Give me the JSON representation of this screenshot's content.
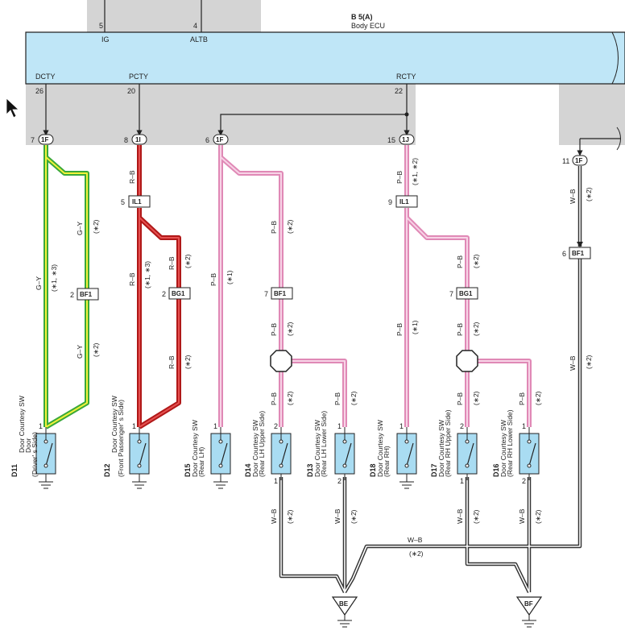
{
  "ecu": {
    "id": "B 5(A)",
    "name": "Body ECU",
    "top_pins": [
      {
        "num": "5",
        "name": "IG"
      },
      {
        "num": "4",
        "name": "ALTB"
      }
    ],
    "bottom_pins": [
      {
        "num": "26",
        "name": "DCTY"
      },
      {
        "num": "20",
        "name": "PCTY"
      },
      {
        "num": "22",
        "name": "RCTY"
      }
    ]
  },
  "junctions": [
    {
      "pin": "7",
      "code": "1F"
    },
    {
      "pin": "8",
      "code": "1I"
    },
    {
      "pin": "6",
      "code": "1F"
    },
    {
      "pin": "15",
      "code": "1J"
    },
    {
      "pin": "11",
      "code": "1F"
    }
  ],
  "connectors": [
    {
      "pin": "5",
      "code": "IL1"
    },
    {
      "pin": "9",
      "code": "IL1"
    },
    {
      "pin": "2",
      "code": "BF1"
    },
    {
      "pin": "2",
      "code": "BG1"
    },
    {
      "pin": "7",
      "code": "BF1"
    },
    {
      "pin": "7",
      "code": "BG1"
    },
    {
      "pin": "6",
      "code": "BF1"
    }
  ],
  "wire_labels": {
    "gy": "G–Y",
    "rb": "R–B",
    "pb": "P–B",
    "wb": "W–B",
    "n1": "(∗1)",
    "n2": "(∗2)",
    "n13": "(∗1, ∗3)",
    "n12": "(∗1, ∗2)"
  },
  "switches": [
    {
      "code": "D11",
      "line1": "Door Courtesy SW",
      "line2": "Door",
      "line3": "(Driver' s Side)",
      "pin_top": "1",
      "pin_bottom": ""
    },
    {
      "code": "D12",
      "line1": "Door Courtesy SW",
      "line2": "(Front Passenger' s Side)",
      "line3": "",
      "pin_top": "1",
      "pin_bottom": ""
    },
    {
      "code": "D15",
      "line1": "Door Courtesy SW",
      "line2": "(Rear LH)",
      "line3": "",
      "pin_top": "1",
      "pin_bottom": ""
    },
    {
      "code": "D14",
      "line1": "Door Courtesy SW",
      "line2": "(Rear LH Upper Side)",
      "line3": "",
      "pin_top": "2",
      "pin_bottom": "1"
    },
    {
      "code": "D13",
      "line1": "Door Courtesy SW",
      "line2": "(Rear LH Lower Side)",
      "line3": "",
      "pin_top": "1",
      "pin_bottom": "2"
    },
    {
      "code": "D18",
      "line1": "Door Courtesy SW",
      "line2": "(Rear RH)",
      "line3": "",
      "pin_top": "1",
      "pin_bottom": ""
    },
    {
      "code": "D17",
      "line1": "Door Courtesy SW",
      "line2": "(Rear RH Upper Side)",
      "line3": "",
      "pin_top": "2",
      "pin_bottom": "1"
    },
    {
      "code": "D16",
      "line1": "Door Courtesy SW",
      "line2": "(Rear RH Lower Side)",
      "line3": "",
      "pin_top": "1",
      "pin_bottom": "2"
    }
  ],
  "grounds": [
    {
      "code": "BE"
    },
    {
      "code": "BF"
    }
  ],
  "colors": {
    "ecu_fill": "#bfe6f7",
    "shade": "#d4d4d4",
    "gy_outer": "#3aa83a",
    "gy_inner": "#f2f23a",
    "rb_outer": "#b01818",
    "rb_inner": "#e65050",
    "pb_outer": "#e089b6",
    "pb_inner": "#f7d3e6",
    "wb": "#333333",
    "switch_fill": "#a9dcf2"
  }
}
